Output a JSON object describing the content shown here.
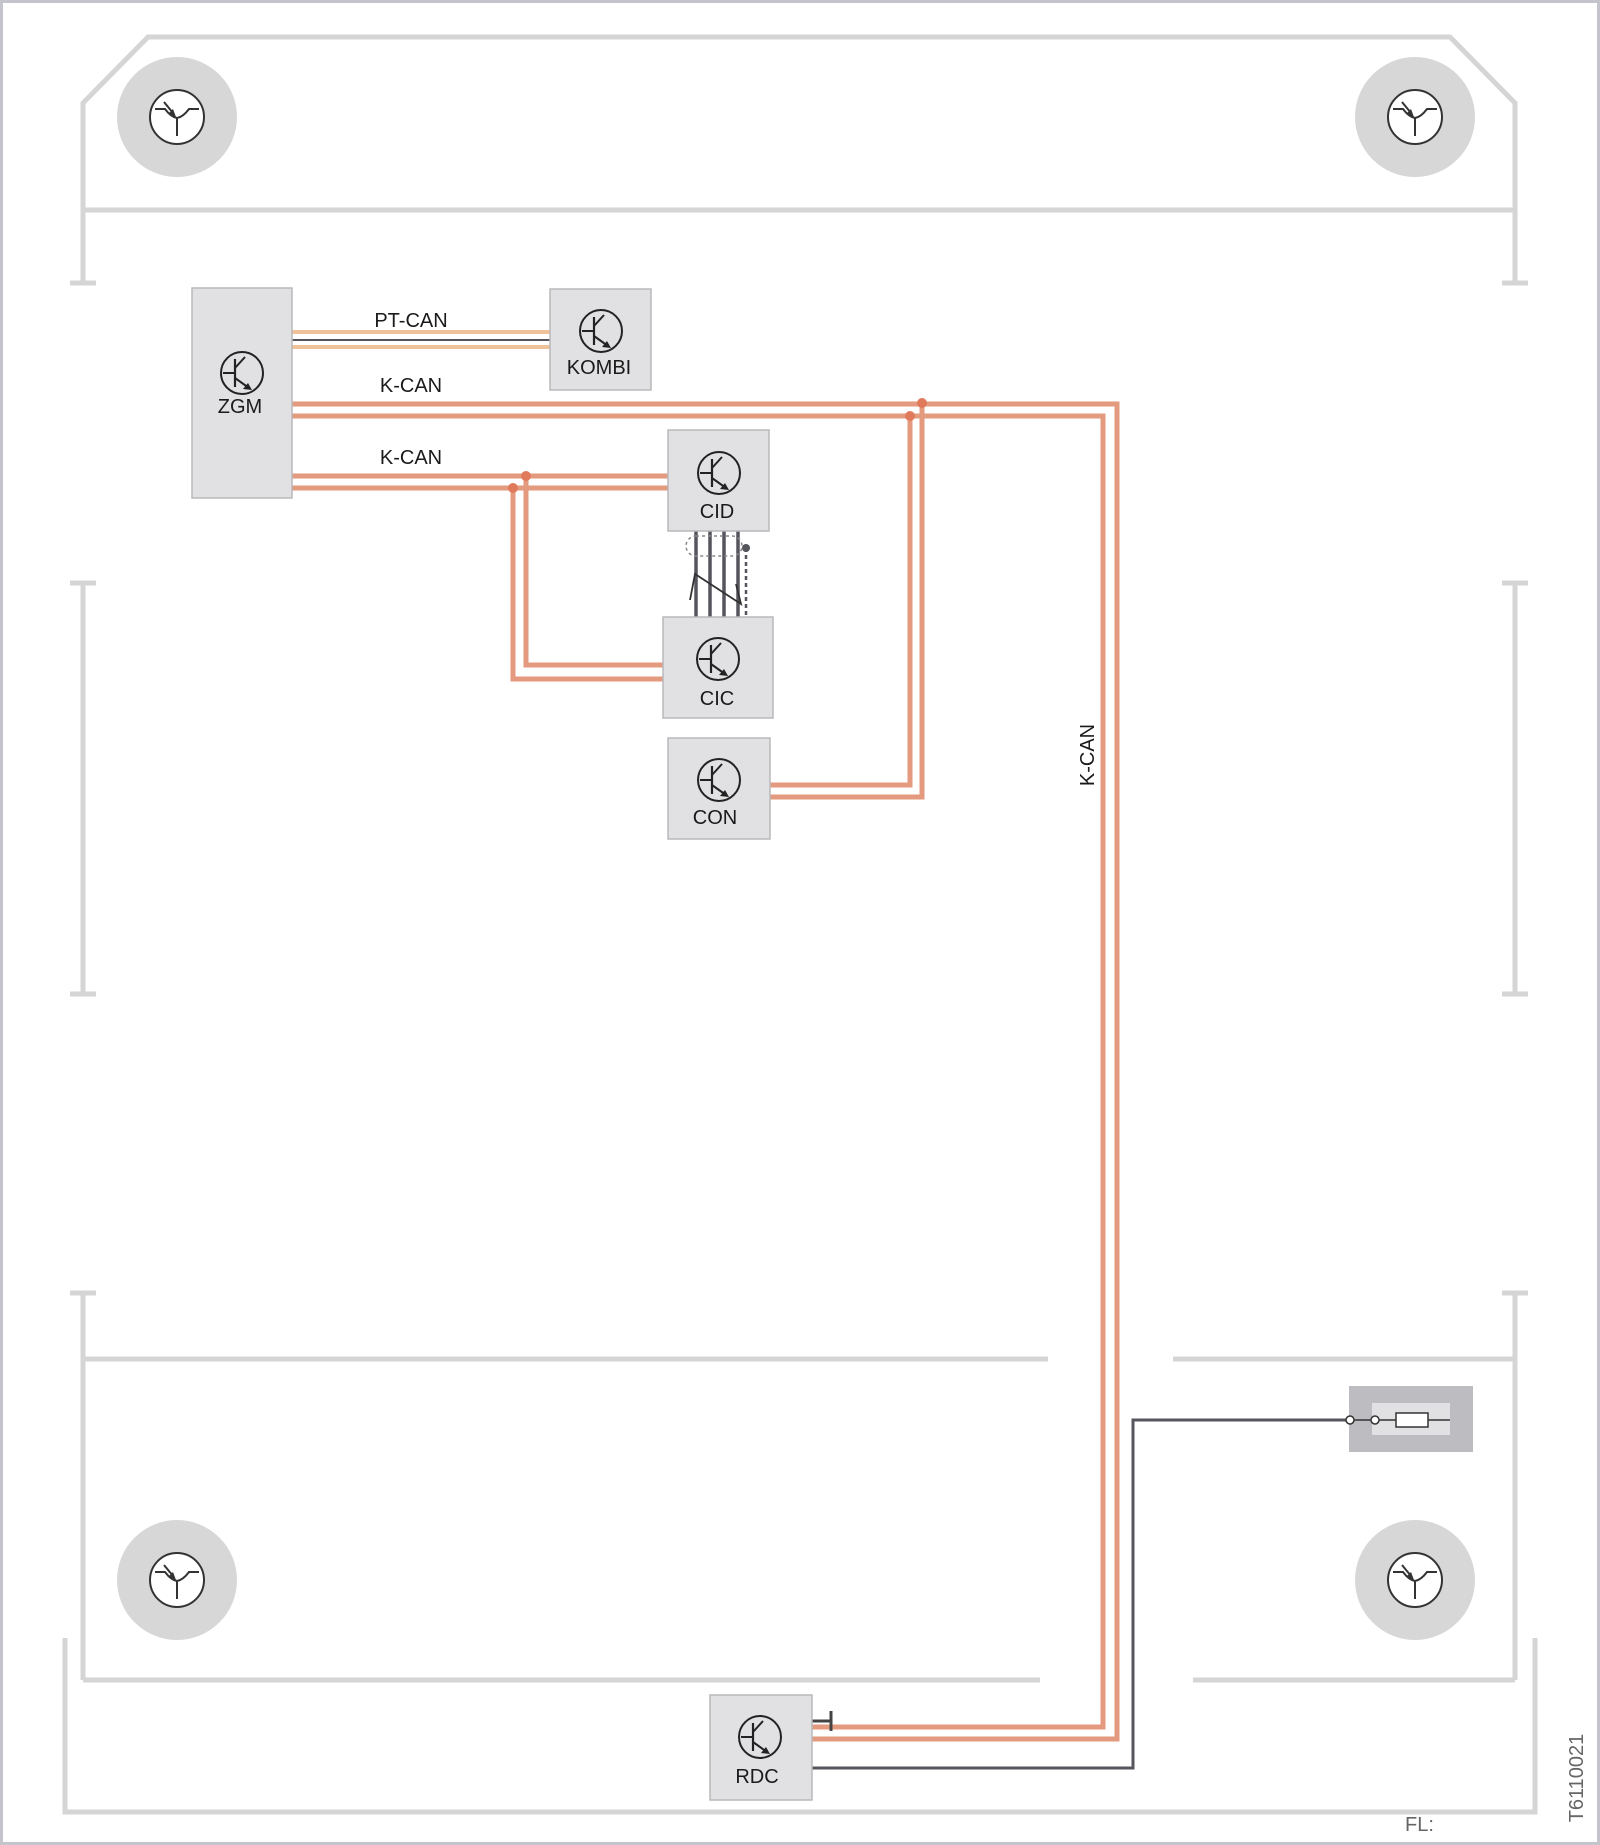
{
  "modules": {
    "zgm": "ZGM",
    "kombi": "KOMBI",
    "cid": "CID",
    "cic": "CIC",
    "con": "CON",
    "rdc": "RDC"
  },
  "bus_labels": {
    "pt_can": "PT-CAN",
    "k_can_upper": "K-CAN",
    "k_can_lower": "K-CAN",
    "k_can_vertical": "K-CAN"
  },
  "footer": {
    "fl": "FL:",
    "figure_id": "T6110021"
  },
  "colors": {
    "frame": "#d5d5d5",
    "module_fill": "#e1e1e3",
    "module_stroke": "#b9b9bb",
    "k_can": "#e39a7e",
    "k_can_dot": "#e07a5a",
    "pt_can": "#f0c29a",
    "power_wire": "#55555d",
    "wheel": "#d7d7d7",
    "fuse_box": "#bdbdc1"
  },
  "icons": [
    "ecu-transistor-icon",
    "wheel-sensor-icon",
    "fuse-icon",
    "ground-icon"
  ]
}
